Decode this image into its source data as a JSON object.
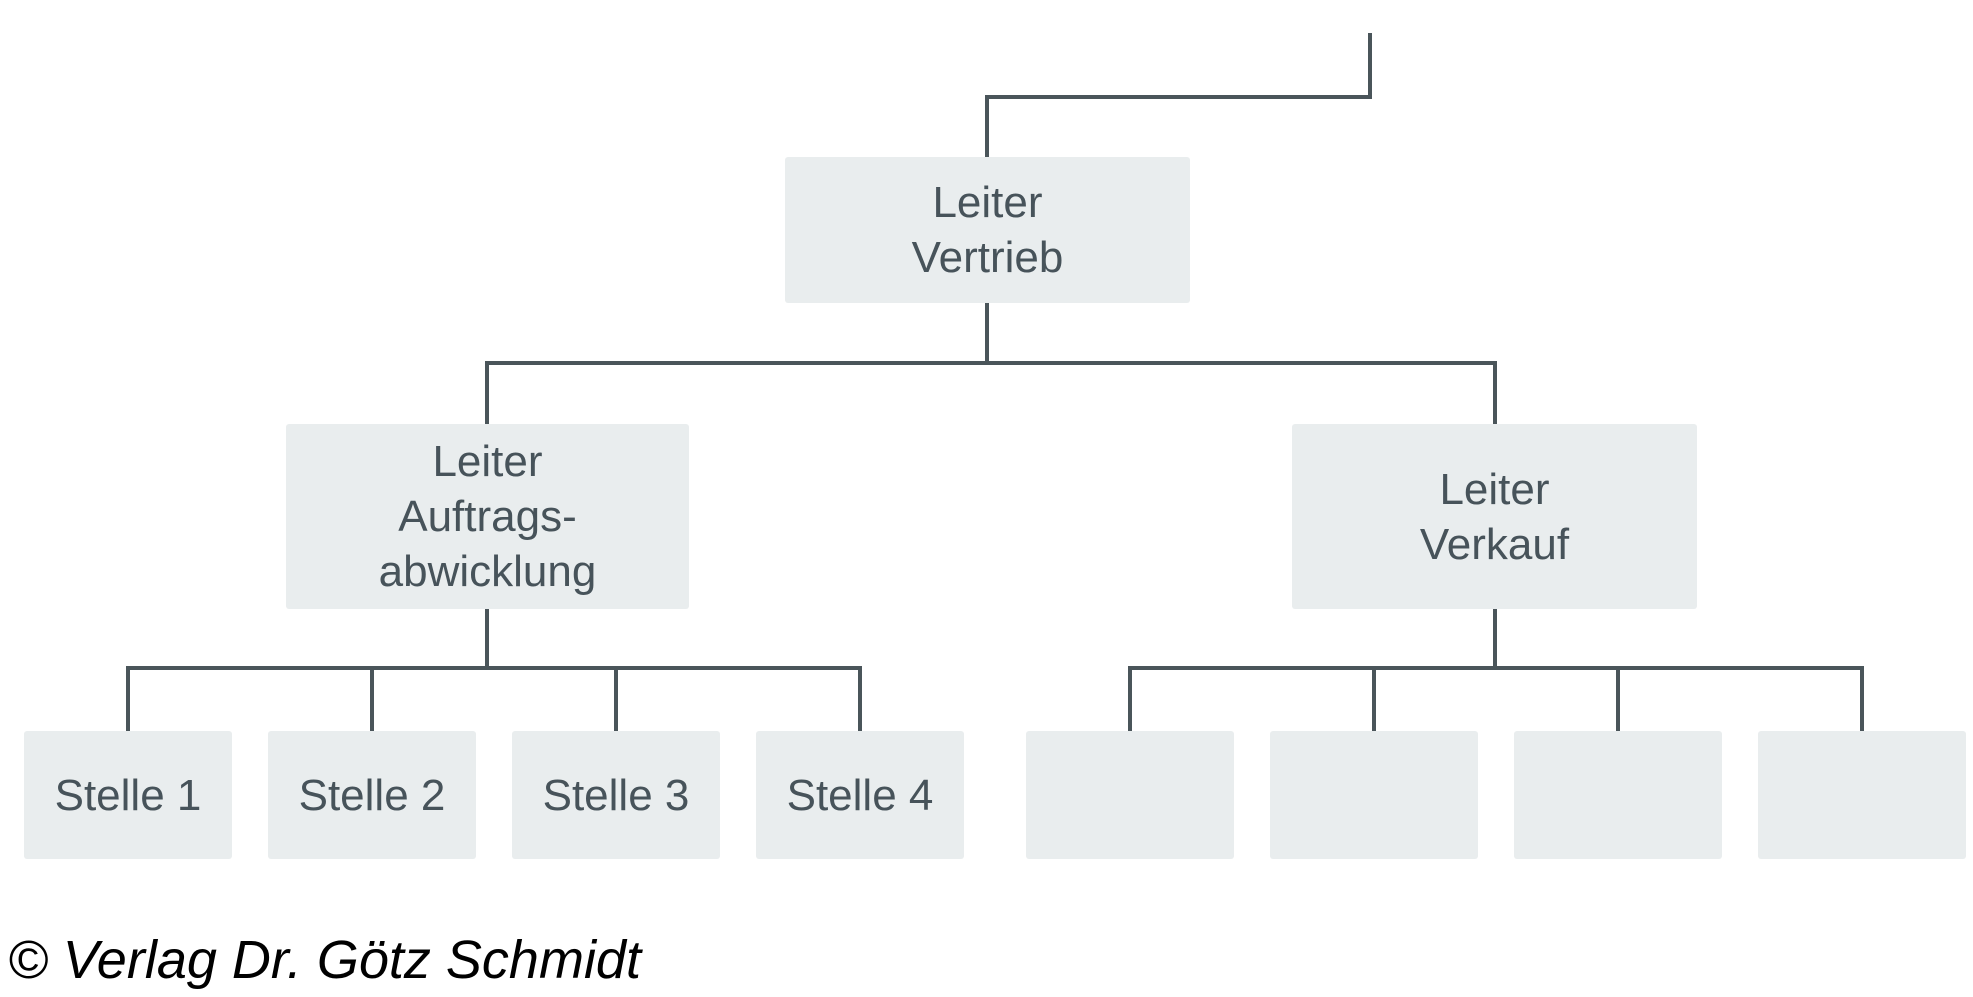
{
  "diagram": {
    "type": "org-chart",
    "root": {
      "label": "Leiter\nVertrieb"
    },
    "level2": [
      {
        "label": "Leiter\nAuftrags-\nabwicklung"
      },
      {
        "label": "Leiter\nVerkauf"
      }
    ],
    "level3_left": [
      {
        "label": "Stelle 1"
      },
      {
        "label": "Stelle 2"
      },
      {
        "label": "Stelle 3"
      },
      {
        "label": "Stelle 4"
      }
    ],
    "level3_right": [
      {
        "label": ""
      },
      {
        "label": ""
      },
      {
        "label": ""
      },
      {
        "label": ""
      }
    ],
    "colors": {
      "box_fill": "#e9edee",
      "line": "#4a555a",
      "box_text": "#47535a",
      "copyright_text": "#000000"
    }
  },
  "footer": {
    "copyright": "© Verlag Dr. Götz Schmidt"
  }
}
